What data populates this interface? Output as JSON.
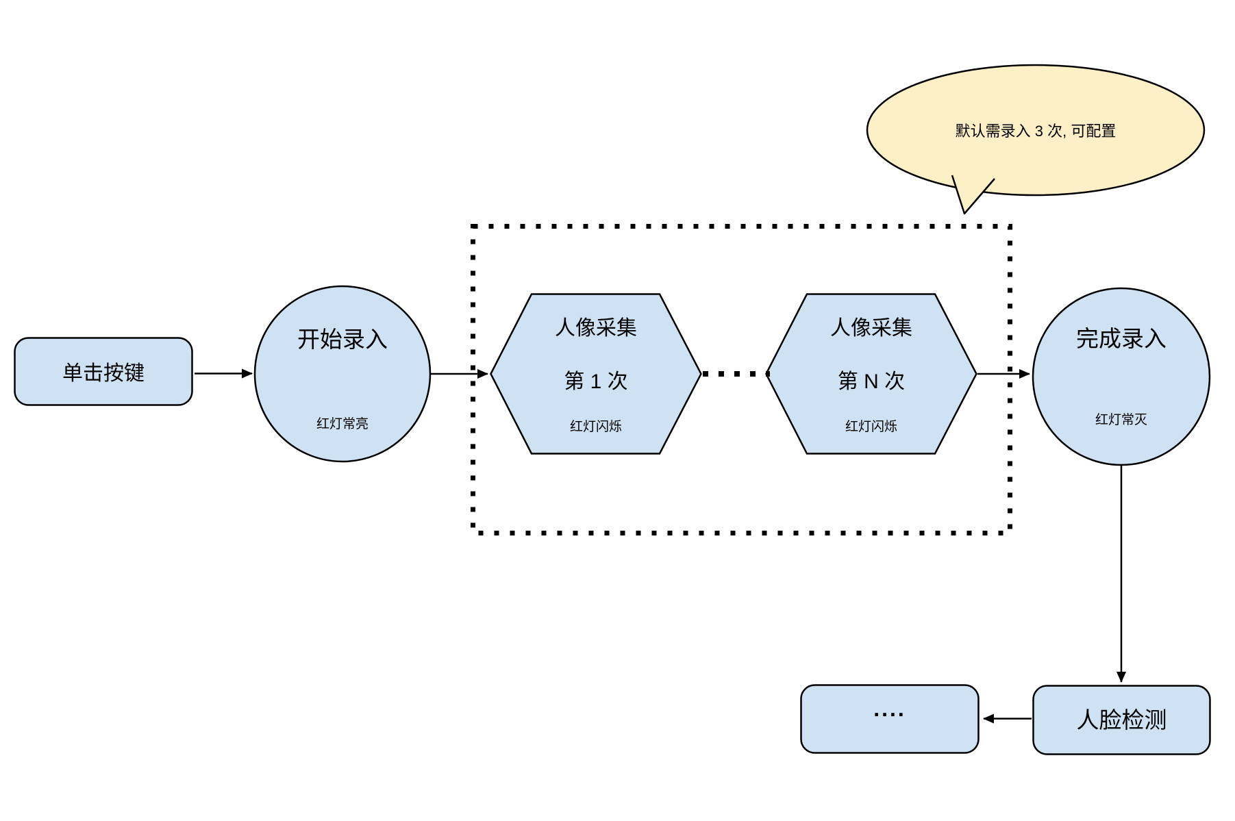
{
  "diagram": {
    "background": "#ffffff",
    "nodes": {
      "click_button": {
        "label": "单击按键"
      },
      "start": {
        "label": "开始录入",
        "status": "红灯常亮"
      },
      "capture_1": {
        "title": "人像采集",
        "count": "第 1 次",
        "status": "红灯闪烁"
      },
      "capture_n": {
        "title": "人像采集",
        "count": "第 N 次",
        "status": "红灯闪烁"
      },
      "finish": {
        "label": "完成录入",
        "status": "红灯常灭"
      },
      "ellipsis": {
        "label": "...."
      },
      "face_detection": {
        "label": "人脸检测"
      }
    },
    "callout": {
      "text": "默认需录入 3 次, 可配置"
    }
  },
  "colors": {
    "node_fill": "#cfe2f3",
    "callout_fill": "#fdf0c6",
    "stroke": "#000000"
  }
}
